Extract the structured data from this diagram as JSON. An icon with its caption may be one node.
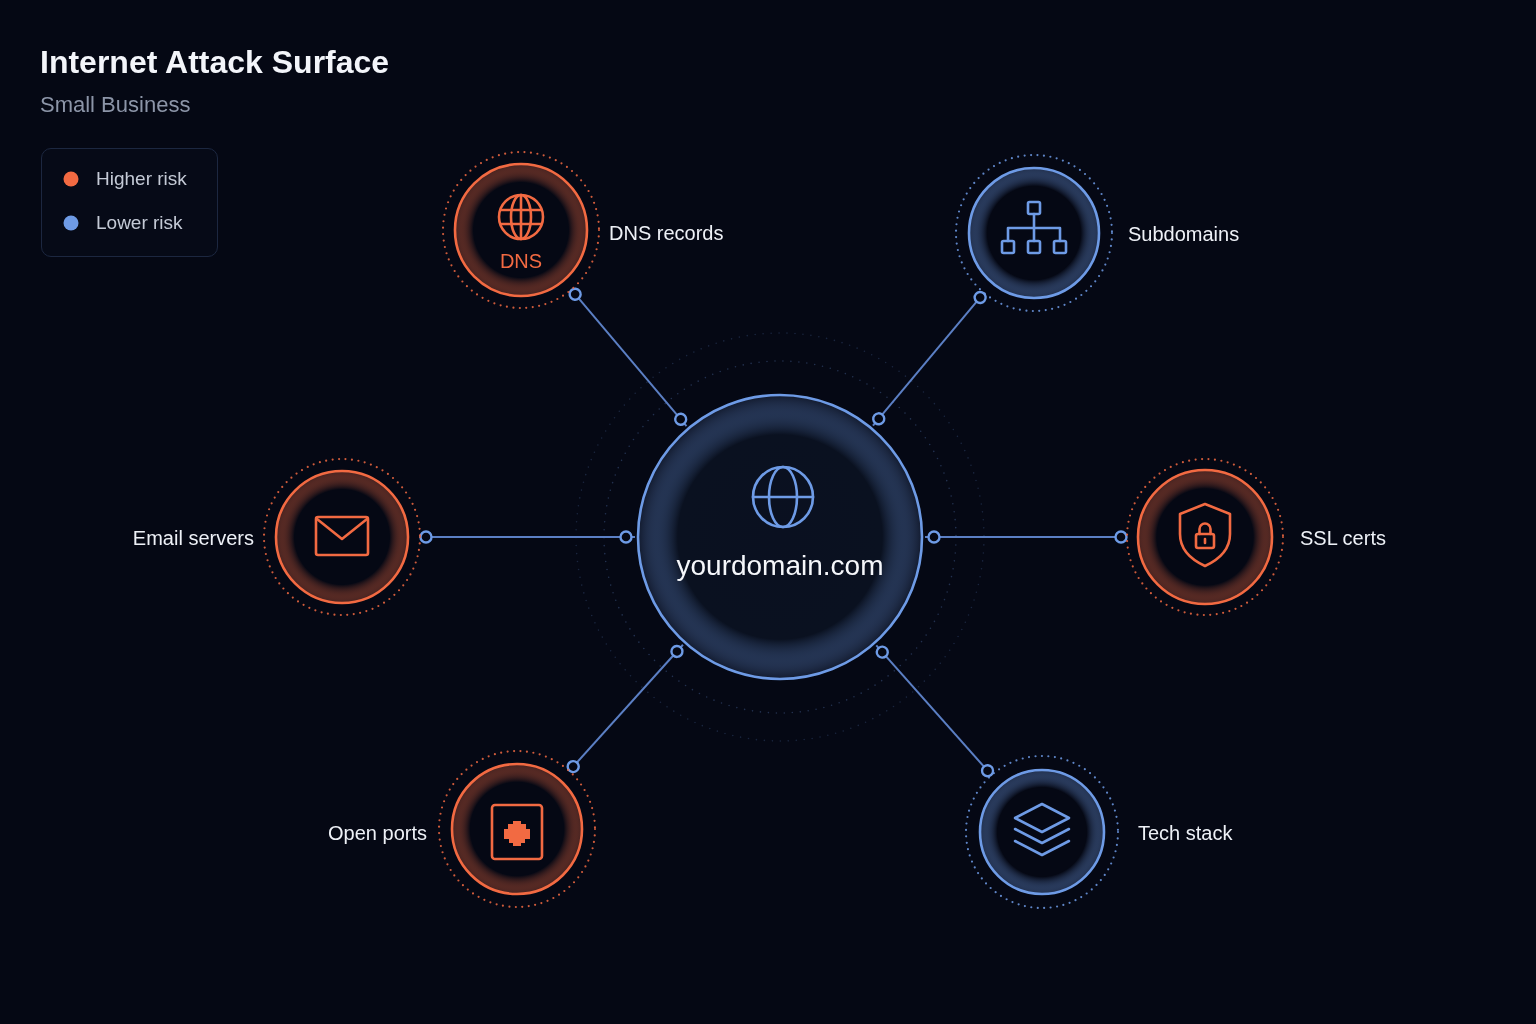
{
  "diagram": {
    "title": "Internet Attack Surface",
    "nodes": [
      {
        "text": [
          "DNS"
        ],
        "beside": [
          "DNS records"
        ]
      },
      {
        "text": [],
        "shape": "circle",
        "beside": [
          "Subdomains"
        ]
      },
      {
        "text": [],
        "shape": "circle",
        "beside": [
          "Email servers"
        ]
      },
      {
        "text": [
          "yourdomain.com"
        ]
      },
      {
        "text": [],
        "shape": "circle",
        "beside": [
          "SSL certs"
        ]
      },
      {
        "text": [],
        "shape": "circle",
        "beside": [
          "Open ports"
        ]
      },
      {
        "text": [],
        "shape": "circle",
        "beside": [
          "Tech stack"
        ]
      }
    ],
    "edges": [
      {
        "from": 3,
        "to": 0,
        "arrow": "other"
      },
      {
        "from": 3,
        "to": 1,
        "arrow": "other"
      },
      {
        "from": 3,
        "to": 2,
        "arrow": "other"
      },
      {
        "from": 3,
        "to": 4,
        "arrow": "other"
      },
      {
        "from": 3,
        "to": 5,
        "arrow": "other"
      },
      {
        "from": 3,
        "to": 6,
        "arrow": "other"
      }
    ],
    "labels": [
      "Small Business"
    ],
    "legend": [
      {
        "text": "Higher risk",
        "color": "#f26a42"
      },
      {
        "text": "Lower risk",
        "color": "#6e9be6"
      }
    ]
  }
}
